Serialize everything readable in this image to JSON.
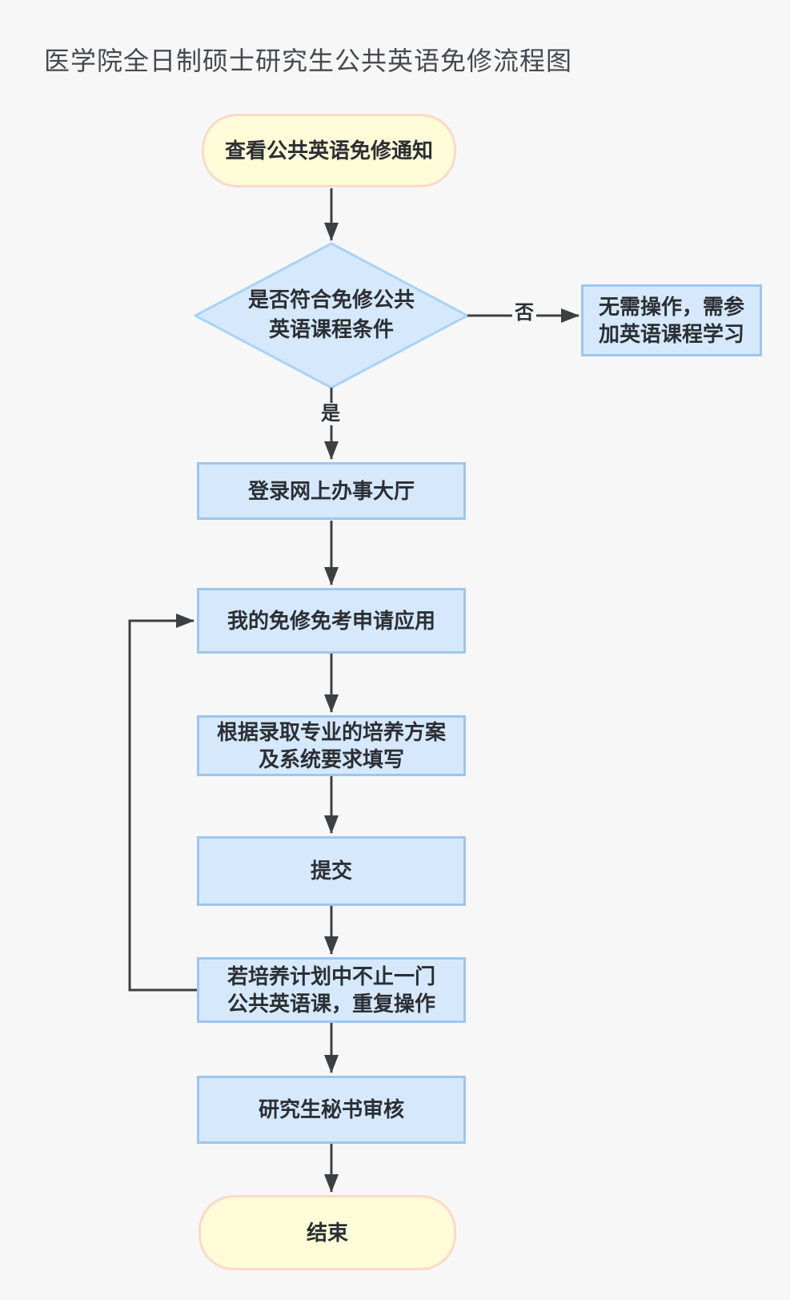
{
  "title": "医学院全日制硕士研究生公共英语免修流程图",
  "flowchart": {
    "nodes": {
      "start": {
        "label": "查看公共英语免修通知",
        "shape": "rounded-terminal"
      },
      "decision": {
        "label": "是否符合免修公共\n英语课程条件",
        "shape": "diamond"
      },
      "no_action": {
        "label": "无需操作，需参\n加英语课程学习",
        "shape": "rect"
      },
      "login": {
        "label": "登录网上办事大厅",
        "shape": "rect"
      },
      "app": {
        "label": "我的免修免考申请应用",
        "shape": "rect"
      },
      "fill": {
        "label": "根据录取专业的培养方案\n及系统要求填写",
        "shape": "rect"
      },
      "submit": {
        "label": "提交",
        "shape": "rect"
      },
      "repeat": {
        "label": "若培养计划中不止一门\n公共英语课，重复操作",
        "shape": "rect"
      },
      "review": {
        "label": "研究生秘书审核",
        "shape": "rect"
      },
      "end": {
        "label": "结束",
        "shape": "rounded-terminal"
      }
    },
    "edge_labels": {
      "no": "否",
      "yes": "是"
    },
    "colors": {
      "background": "#f7f7f8",
      "terminal_fill": "#fefbd8",
      "terminal_border": "#f9dbc6",
      "process_fill": "#d6e9fc",
      "process_border": "#9cc6ef",
      "decision_fill": "#d6e9fc",
      "decision_border": "#a9d3f5",
      "arrow": "#3d4043",
      "node_text": "#2b2e33",
      "title_text": "#45494f"
    }
  }
}
